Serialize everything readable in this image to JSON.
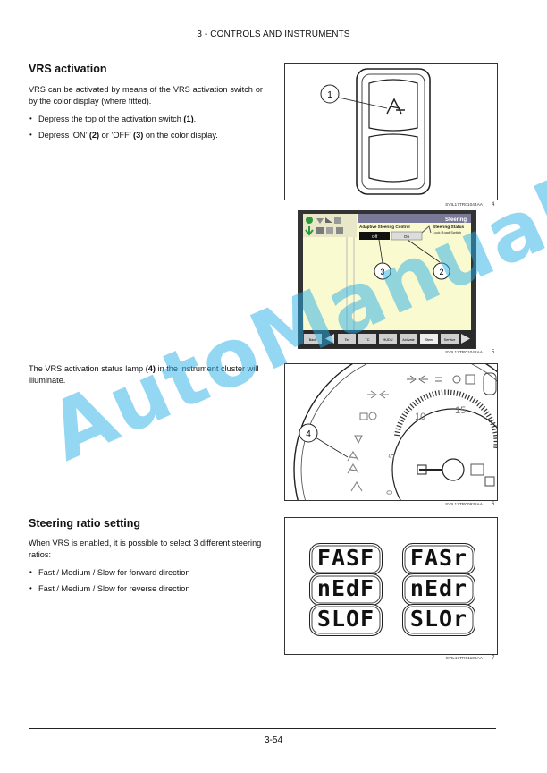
{
  "header": {
    "title": "3 - CONTROLS AND INSTRUMENTS"
  },
  "vrs": {
    "heading": "VRS activation",
    "intro": "VRS can be activated by means of the VRS activation switch or by the color display (where fitted).",
    "bullet1_pre": "Depress the top of the activation switch ",
    "bullet1_ref": "(1)",
    "bullet1_post": ".",
    "bullet2_pre": "Depress ‘ON’ ",
    "bullet2_ref1": "(2)",
    "bullet2_mid": " or ‘OFF’ ",
    "bullet2_ref2": "(3)",
    "bullet2_post": " on the color display."
  },
  "lamp": {
    "text_pre": "The VRS activation status lamp ",
    "text_ref": "(4)",
    "text_post": " in the instrument cluster will illuminate."
  },
  "ratio": {
    "heading": "Steering ratio setting",
    "intro": "When VRS is enabled, it is possible to select 3 different steering ratios:",
    "bullet1": "Fast / Medium / Slow for forward direction",
    "bullet2": "Fast / Medium / Slow for reverse direction"
  },
  "figures": {
    "fig4": {
      "caption": "SVIL17TR01044AA",
      "number": "4",
      "callout": "1"
    },
    "fig5": {
      "caption": "SVIL17TR01042AA",
      "number": "5",
      "title_bar": "Steering",
      "panel_left_title": "Adaptive Steering Control",
      "panel_right_title": "Steering Status",
      "panel_right_sub": "Lock Road Switch",
      "btn_off": "Off",
      "btn_on": "On",
      "callout_off": "3",
      "callout_on": "2",
      "bottom_buttons": [
        "Back",
        "Tel",
        "TC",
        "HUDU",
        "Activate",
        "Steer",
        "Service"
      ]
    },
    "fig6": {
      "caption": "SVIL17TR00938AA",
      "number": "6",
      "callout": "4",
      "dial_labels": [
        "10",
        "15",
        "5",
        "0"
      ]
    },
    "fig7": {
      "caption": "SVIL17TR01108AA",
      "number": "7",
      "displays": [
        "FASF",
        "FASr",
        "nEdF",
        "nEdr",
        "SLOF",
        "SLOr"
      ]
    }
  },
  "watermark": "AutoManual",
  "footer": {
    "page": "3-54"
  }
}
